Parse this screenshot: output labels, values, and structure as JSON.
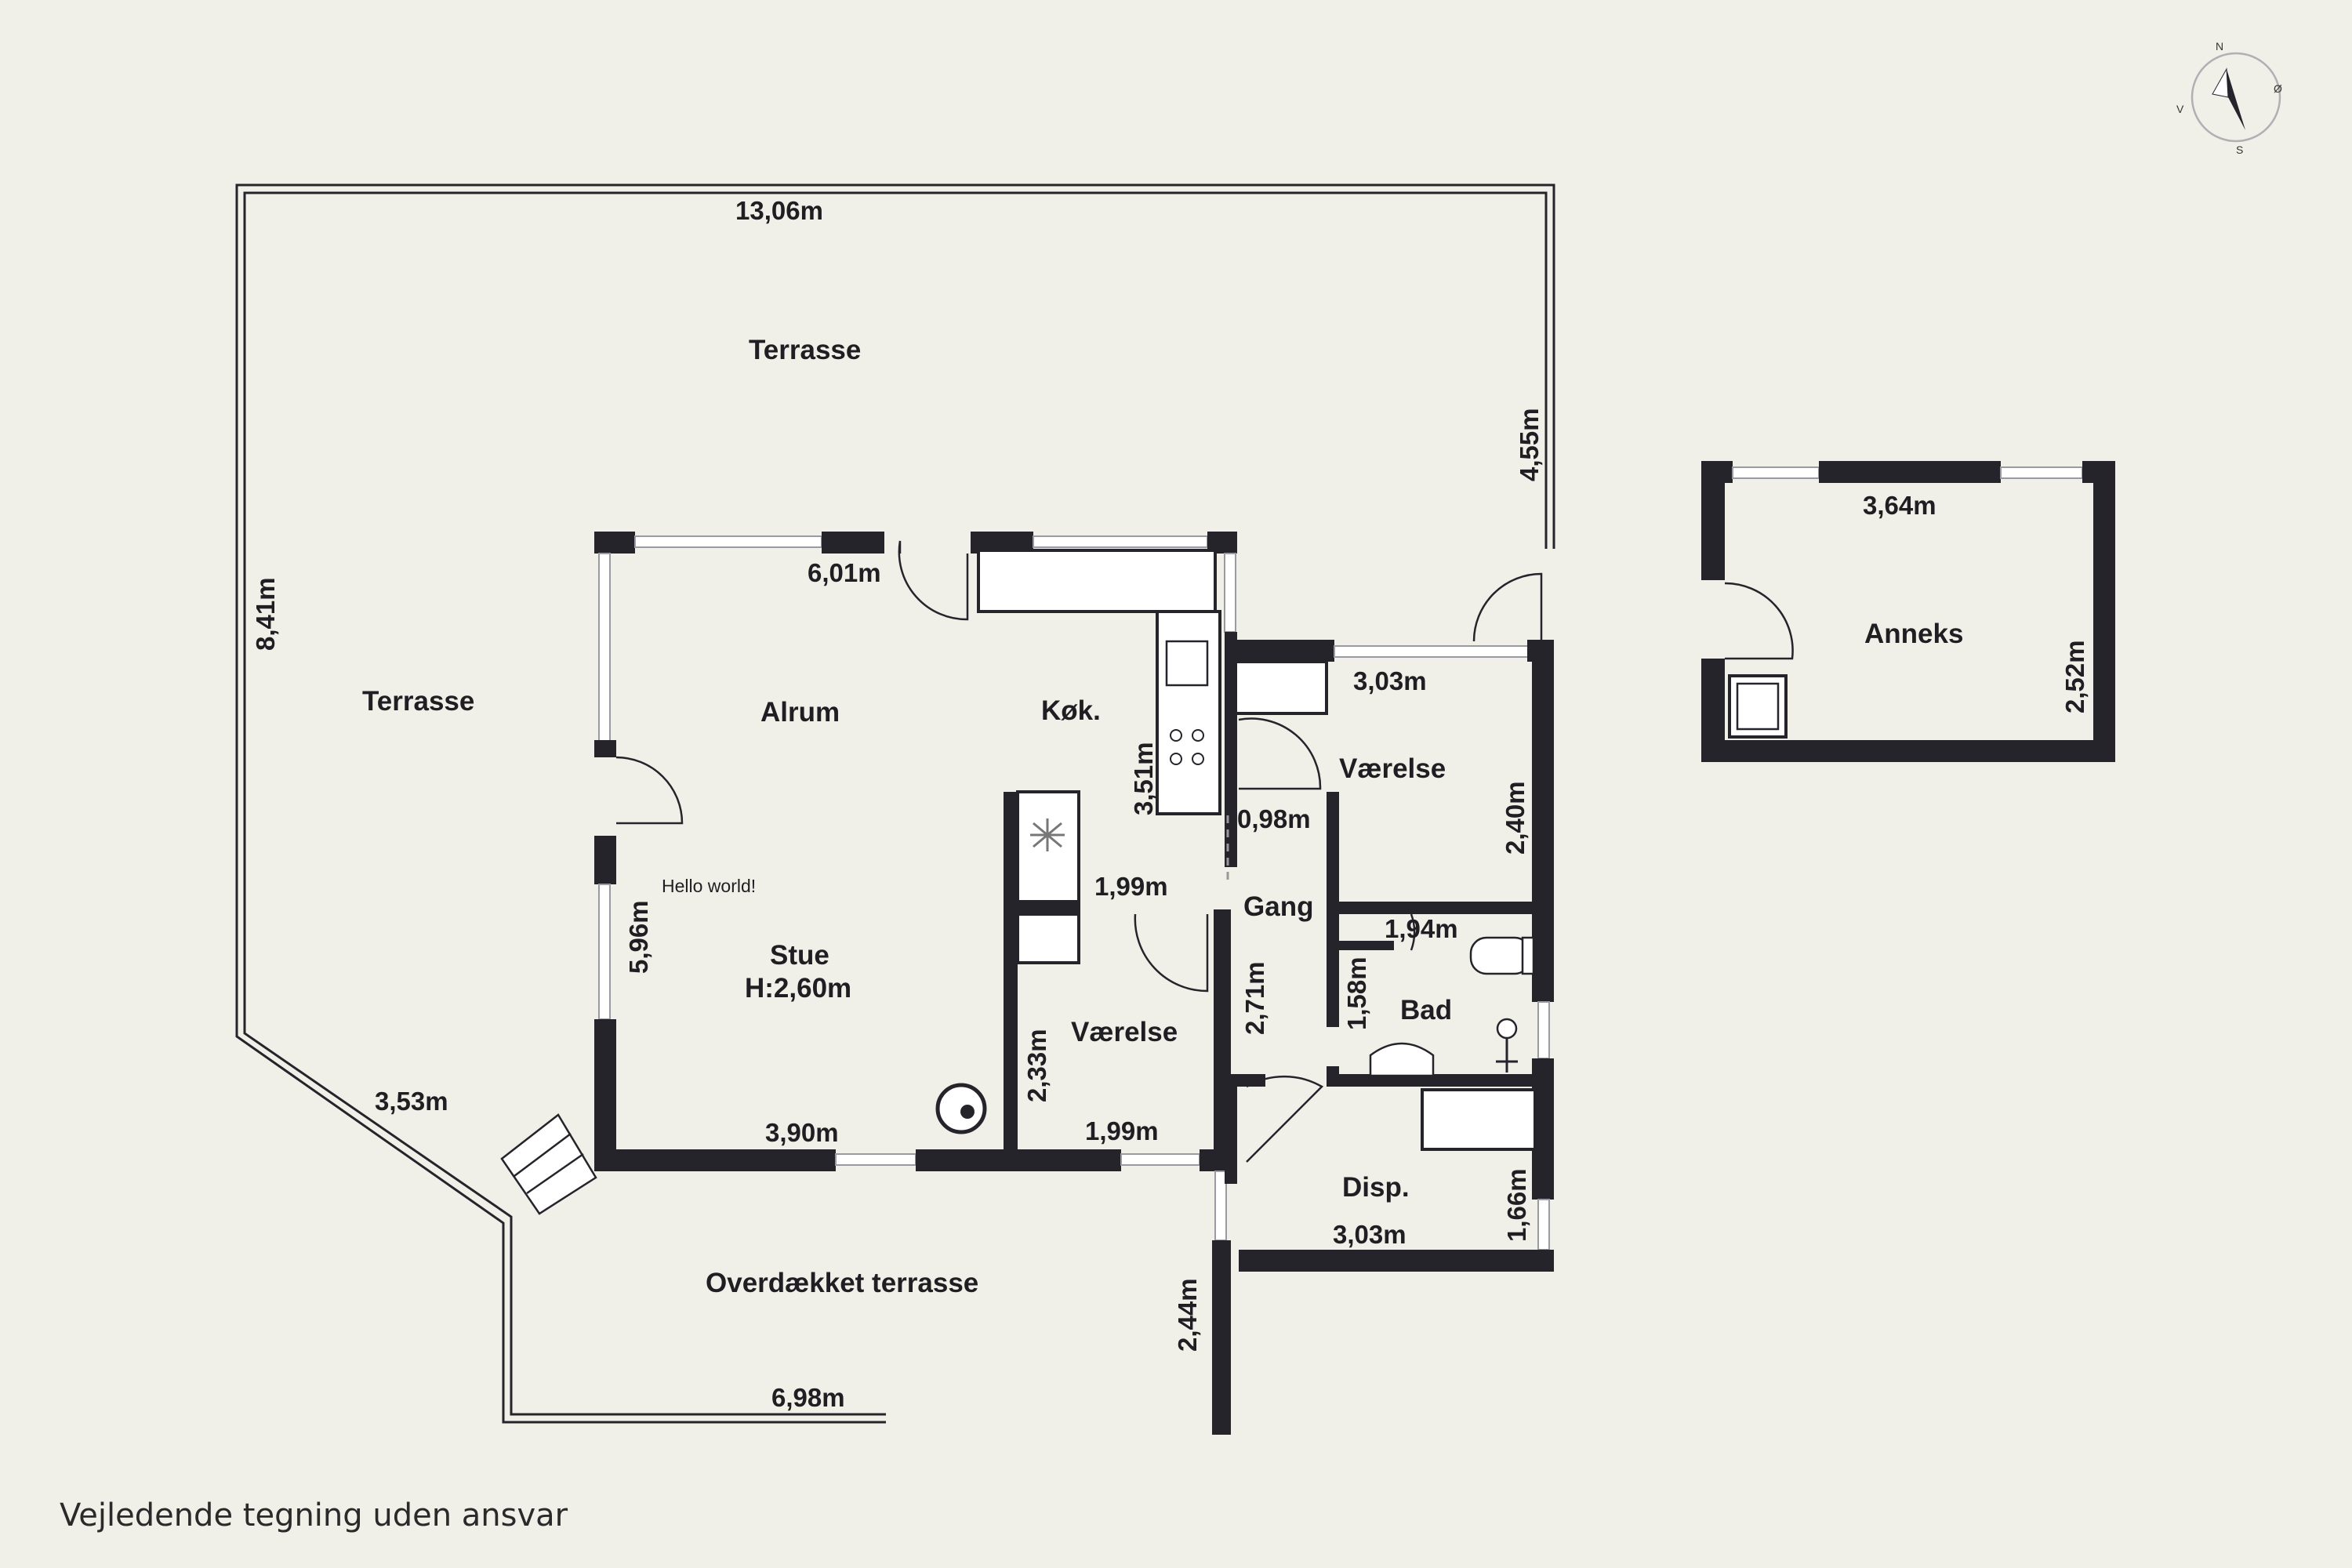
{
  "rooms": {
    "terrasse_top": "Terrasse",
    "terrasse_left": "Terrasse",
    "alrum": "Alrum",
    "kokken": "Køk.",
    "stue": "Stue",
    "stue_height": "H:2,60m",
    "vaerelse_1": "Værelse",
    "vaerelse_2": "Værelse",
    "gang": "Gang",
    "bad": "Bad",
    "disp": "Disp.",
    "overdaekket_terrasse": "Overdækket terrasse",
    "anneks": "Anneks"
  },
  "note": "Hello world!",
  "dimensions": {
    "terrasse_top_width": "13,06m",
    "terrasse_right_height": "4,55m",
    "terrasse_left_height": "8,41m",
    "terrasse_diag": "3,53m",
    "alrum_width": "6,01m",
    "stue_height": "5,96m",
    "stue_width": "3,90m",
    "kitchen_height": "3,51m",
    "vaerelse_top_width": "3,03m",
    "vaerelse_top_height": "2,40m",
    "gang_width": "0,98m",
    "gang_height": "2,71m",
    "vaerelse_width_top": "1,99m",
    "vaerelse_width_bottom": "1,99m",
    "vaerelse_height": "2,33m",
    "bad_width": "1,94m",
    "bad_height": "1,58m",
    "disp_width": "3,03m",
    "disp_height": "1,66m",
    "overdaekket_width": "6,98m",
    "overdaekket_height": "2,44m",
    "anneks_width": "3,64m",
    "anneks_height": "2,52m"
  },
  "compass": {
    "n": "N",
    "s": "S",
    "o": "Ø",
    "v": "V"
  },
  "disclaimer": "Vejledende tegning uden ansvar"
}
